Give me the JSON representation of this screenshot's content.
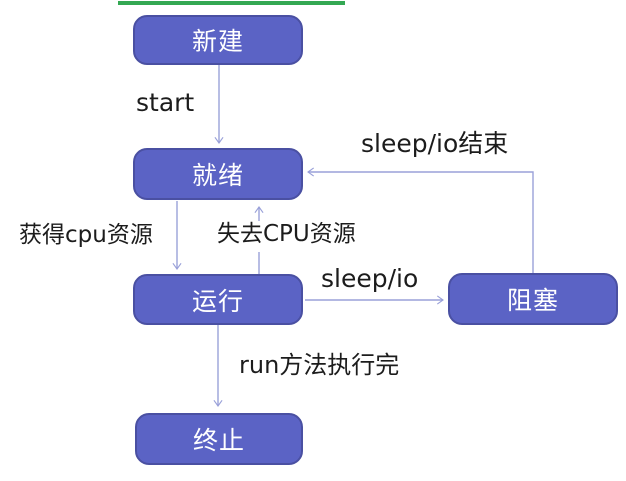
{
  "diagram": {
    "type": "flowchart",
    "topic": "thread-state-transitions",
    "colors": {
      "node_fill": "#5b63c5",
      "node_border": "#4a50a2",
      "arrow": "#9aa1d9",
      "accent_green_underline": "#34a853",
      "label_text": "#1c1c1c",
      "node_text": "#ffffff",
      "background": "#ffffff"
    },
    "nodes": {
      "new": {
        "label": "新建"
      },
      "ready": {
        "label": "就绪"
      },
      "running": {
        "label": "运行"
      },
      "blocked": {
        "label": "阻塞"
      },
      "terminated": {
        "label": "终止"
      }
    },
    "edges": {
      "start": {
        "label": "start",
        "from": "new",
        "to": "ready"
      },
      "acquire_cpu": {
        "label": "获得cpu资源",
        "from": "ready",
        "to": "running"
      },
      "lose_cpu": {
        "label": "失去CPU资源",
        "from": "running",
        "to": "ready"
      },
      "sleep_io": {
        "label": "sleep/io",
        "from": "running",
        "to": "blocked"
      },
      "sleep_io_end": {
        "label": "sleep/io结束",
        "from": "blocked",
        "to": "ready"
      },
      "run_done": {
        "label": "run方法执行完",
        "from": "running",
        "to": "terminated"
      }
    }
  }
}
